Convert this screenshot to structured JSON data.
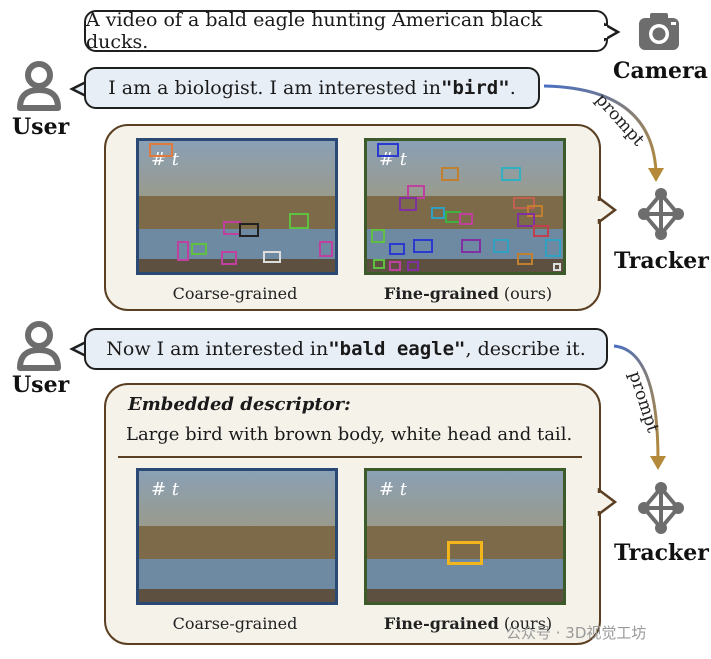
{
  "camera": {
    "bubble_text": "A video of a bald eagle hunting American black ducks.",
    "label": "Camera",
    "icon": "camera-icon"
  },
  "round1": {
    "user_label": "User",
    "user_text_prefix": "I am a biologist. I am interested in ",
    "user_keyword": "\"bird\"",
    "user_text_suffix": ".",
    "prompt_label": "prompt",
    "tracker_label": "Tracker",
    "left_caption": "Coarse-grained",
    "right_caption_bold": "Fine-grained",
    "right_caption_rest": " (ours)",
    "frame_marker": "# t"
  },
  "round2": {
    "user_label": "User",
    "user_text_prefix": "Now I am interested in ",
    "user_keyword": "\"bald eagle\"",
    "user_text_suffix": ", describe it.",
    "prompt_label": "prompt",
    "tracker_label": "Tracker",
    "descriptor_title": "Embedded descriptor:",
    "descriptor_text": "Large bird with brown body, white head and tail.",
    "left_caption": "Coarse-grained",
    "right_caption_bold": "Fine-grained",
    "right_caption_rest": " (ours)",
    "frame_marker": "# t"
  },
  "watermark": "公众号 · 3D视觉工坊",
  "colors": {
    "panel_fill": "#f5f2ea",
    "panel_border": "#5a3f22",
    "coarse_frame": "#2a4a75",
    "fine_frame": "#3d5a2a",
    "eagle_box": "#f2b51c",
    "prompt_arrow_start": "#4a6fc2",
    "prompt_arrow_end": "#b48a3a"
  }
}
